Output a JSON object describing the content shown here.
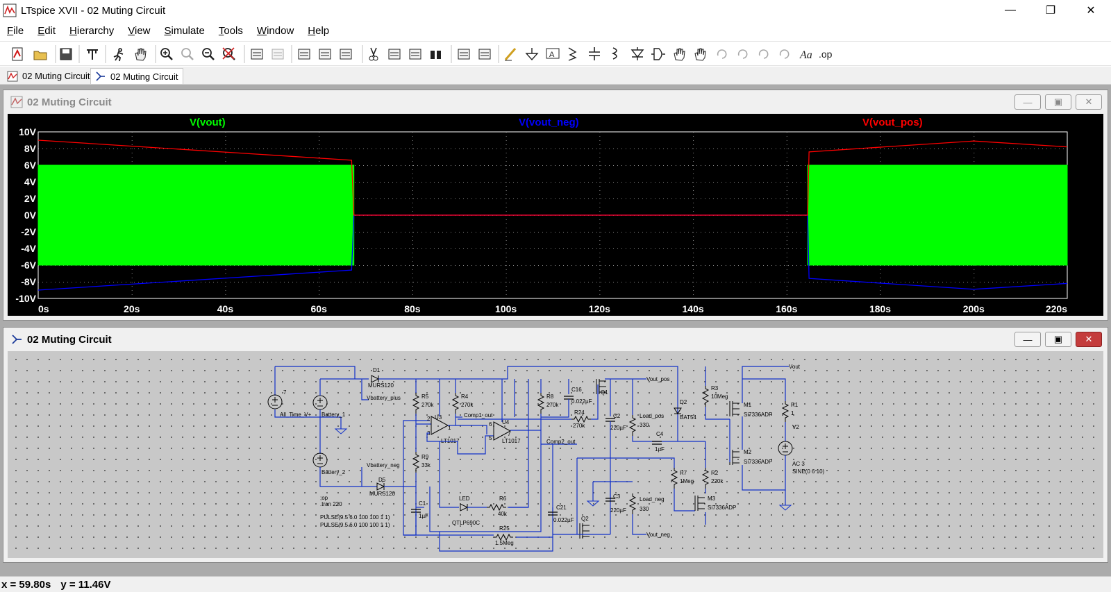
{
  "app": {
    "title": "LTspice XVII - 02 Muting Circuit",
    "minimize_glyph": "—",
    "restore_glyph": "❐",
    "close_glyph": "✕"
  },
  "menu": [
    "File",
    "Edit",
    "Hierarchy",
    "View",
    "Simulate",
    "Tools",
    "Window",
    "Help"
  ],
  "toolbar": {
    "icons": [
      "new-schematic-icon",
      "open-icon",
      "save-icon",
      "control-panel-icon",
      "run-icon",
      "halt-icon",
      "zoom-in-icon",
      "zoom-pan-icon",
      "zoom-out-icon",
      "zoom-cancel-icon",
      "autorange-icon",
      "fft-icon",
      "tile-horizontal-icon",
      "tile-vertical-icon",
      "cascade-icon",
      "cut-icon",
      "copy-icon",
      "paste-icon",
      "find-icon",
      "print-preview-icon",
      "print-icon",
      "draw-wire-icon",
      "ground-icon",
      "label-net-icon",
      "resistor-icon",
      "capacitor-icon",
      "inductor-icon",
      "diode-icon",
      "component-icon",
      "move-icon",
      "drag-icon",
      "undo-icon",
      "redo-icon",
      "rotate-icon",
      "mirror-icon",
      "text-icon",
      "spice-directive-icon"
    ],
    "text_tool_label": "Aa",
    "spice_directive_label": ".op"
  },
  "tabs": [
    {
      "label": "02 Muting Circuit",
      "kind": "waveform"
    },
    {
      "label": "02 Muting Circuit",
      "kind": "schematic"
    }
  ],
  "plot_window": {
    "title": "02 Muting Circuit",
    "traces": [
      {
        "name": "V(vout)",
        "color": "#00ff00"
      },
      {
        "name": "V(vout_neg)",
        "color": "#0000ff"
      },
      {
        "name": "V(vout_pos)",
        "color": "#ff0000"
      }
    ],
    "y_ticks": [
      "10V",
      "8V",
      "6V",
      "4V",
      "2V",
      "0V",
      "-2V",
      "-4V",
      "-6V",
      "-8V",
      "-10V"
    ],
    "x_ticks": [
      "0s",
      "20s",
      "40s",
      "60s",
      "80s",
      "100s",
      "120s",
      "140s",
      "160s",
      "180s",
      "200s",
      "220s"
    ]
  },
  "chart_data": {
    "type": "line",
    "title": "",
    "xlabel": "",
    "ylabel": "",
    "xlim": [
      0,
      220
    ],
    "ylim": [
      -10,
      10
    ],
    "x_unit": "s",
    "y_unit": "V",
    "grid": true,
    "series": [
      {
        "name": "V(vout)",
        "x": [
          0,
          67.5,
          67.5,
          164.5,
          164.5,
          220
        ],
        "y_upper": [
          6,
          6,
          0,
          0,
          6,
          6
        ],
        "y_lower": [
          -6,
          -6,
          0,
          0,
          -6,
          -6
        ],
        "style": "dense sine envelope"
      },
      {
        "name": "V(vout_pos)",
        "x": [
          0,
          67,
          67.5,
          164.5,
          164.8,
          200,
          220
        ],
        "y": [
          9.0,
          6.6,
          0,
          0,
          7.6,
          8.9,
          8.2
        ]
      },
      {
        "name": "V(vout_neg)",
        "x": [
          0,
          67,
          67.5,
          164.5,
          164.8,
          200,
          220
        ],
        "y": [
          -9.0,
          -6.6,
          0,
          0,
          -7.6,
          -8.9,
          -8.2
        ]
      }
    ]
  },
  "schematic_window": {
    "title": "02 Muting Circuit",
    "labels": {
      "vout": "Vout",
      "vout_pos": "Vout_pos",
      "vout_neg": "Vout_neg",
      "vbattery_plus": "Vbattery_plus",
      "vbattery_neg": "Vbattery_neg",
      "comp1_out": "Comp1_out",
      "comp2_out": "Comp2_out",
      "load_pos": "Load_pos",
      "load_neg": "Load_neg",
      "v7": "7",
      "all_time_v": "All_Time_V+",
      "battery_1": "Battery_1",
      "battery_2": "Battery_2",
      "d1": "D1",
      "d1_model": "MURS120",
      "d5": "D5",
      "d5_model": "MURS120",
      "r5": "R5",
      "r5_val": "270k",
      "r4": "R4",
      "r4_val": "270k",
      "r9": "R9",
      "r9_val": "33k",
      "u3": "U3",
      "u3_model": "LT1017",
      "u4": "U4",
      "u4_model": "LT1017",
      "r8": "R8",
      "r8_val": "270k",
      "c16": "C16",
      "c16_val": "0.022µF",
      "r24": "R24",
      "r24_val": "270k",
      "q1": "Q1",
      "c2": "C2",
      "c2_val": "220µF",
      "load_pos_val": "330",
      "load_neg_val": "330",
      "c4": "C4",
      "c4_val": "1µF",
      "d2": "D2",
      "d2_model": "BAT54",
      "r3": "R3",
      "r3_val": "10Meg",
      "m1": "M1",
      "m1_model": "Si7336ADP",
      "m2": "M2",
      "m2_model": "Si7336ADP",
      "m3": "M3",
      "m3_model": "Si7336ADP",
      "r1": "R1",
      "r1_val": "1",
      "v2": "V2",
      "v2_ac": "AC 3",
      "v2_sine": "SINE(0 6 10)",
      "r7": "R7",
      "r7_val": "1Meg",
      "r2": "R2",
      "r2_val": "220k",
      "c3": "C3",
      "c3_val": "220µF",
      "c21": "C21",
      "c21_val": "0.022µF",
      "q2": "Q2",
      "c1": "C1",
      "c1_val": "1µF",
      "led": "LED",
      "led_model": "QTLP690C",
      "r6": "R6",
      "r6_val": "40k",
      "r25": "R25",
      "r25_val": "1.5Meg",
      "pin2": "2",
      "pin3": "3",
      "pin1": "1",
      "pin6": "6",
      "pin5": "5",
      "pin7": "7",
      "directive_op": ";op",
      "directive_tran": ".tran 220",
      "pulse1": "PULSE(9.5 6.0 100 100 1 1)",
      "pulse2": "PULSE(9.5 6.0 100 100 1 1)"
    }
  },
  "status": {
    "cursor_x": "x = 59.80s",
    "cursor_y": "y = 11.46V"
  }
}
